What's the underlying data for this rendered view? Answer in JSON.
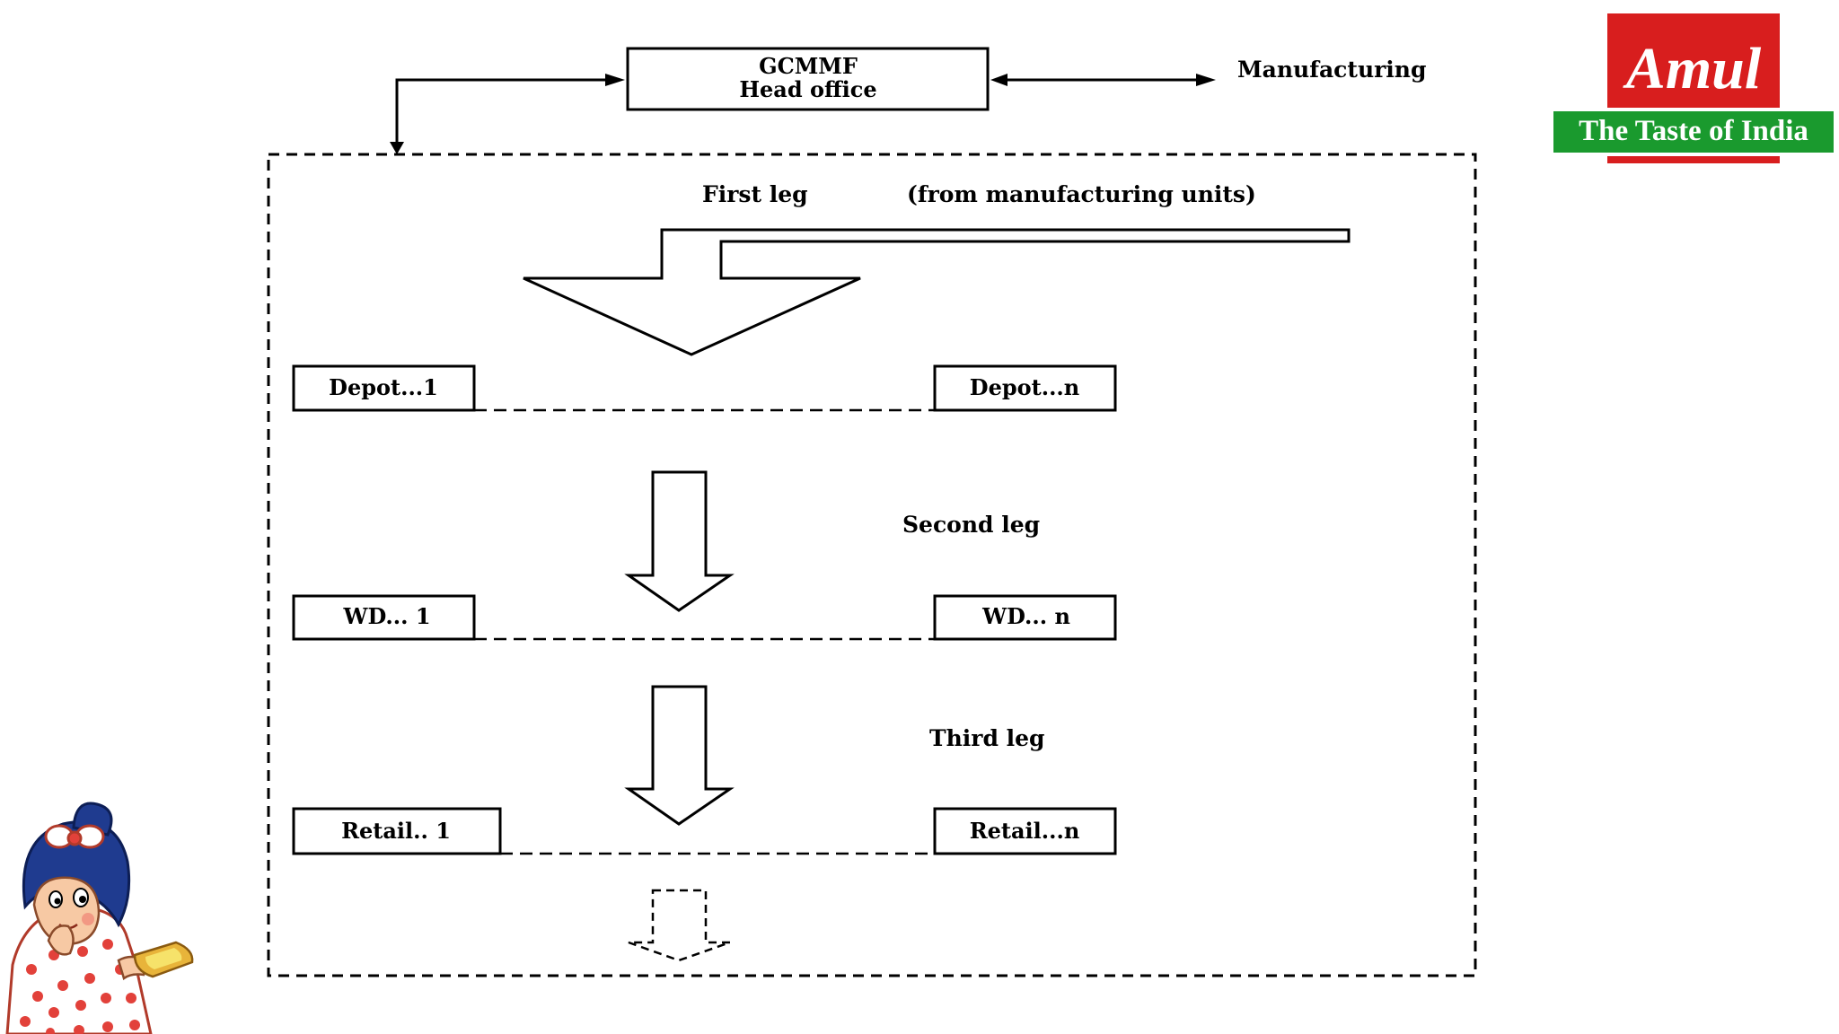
{
  "head_office": {
    "line1": "GCMMF",
    "line2": "Head office"
  },
  "manufacturing_label": "Manufacturing",
  "first_leg": {
    "label": "First leg",
    "note": "(from manufacturing units)"
  },
  "second_leg_label": "Second leg",
  "third_leg_label": "Third leg",
  "nodes": {
    "depot_1": "Depot...1",
    "depot_n": "Depot...n",
    "wd_1": "WD... 1",
    "wd_n": "WD... n",
    "retail_1": "Retail.. 1",
    "retail_n": "Retail...n"
  },
  "logo": {
    "brand": "Amul",
    "tagline": "The Taste of India",
    "colors": {
      "red": "#d81e1e",
      "green": "#1a9a2e"
    }
  },
  "colors": {
    "line": "#000000",
    "background": "#ffffff"
  }
}
